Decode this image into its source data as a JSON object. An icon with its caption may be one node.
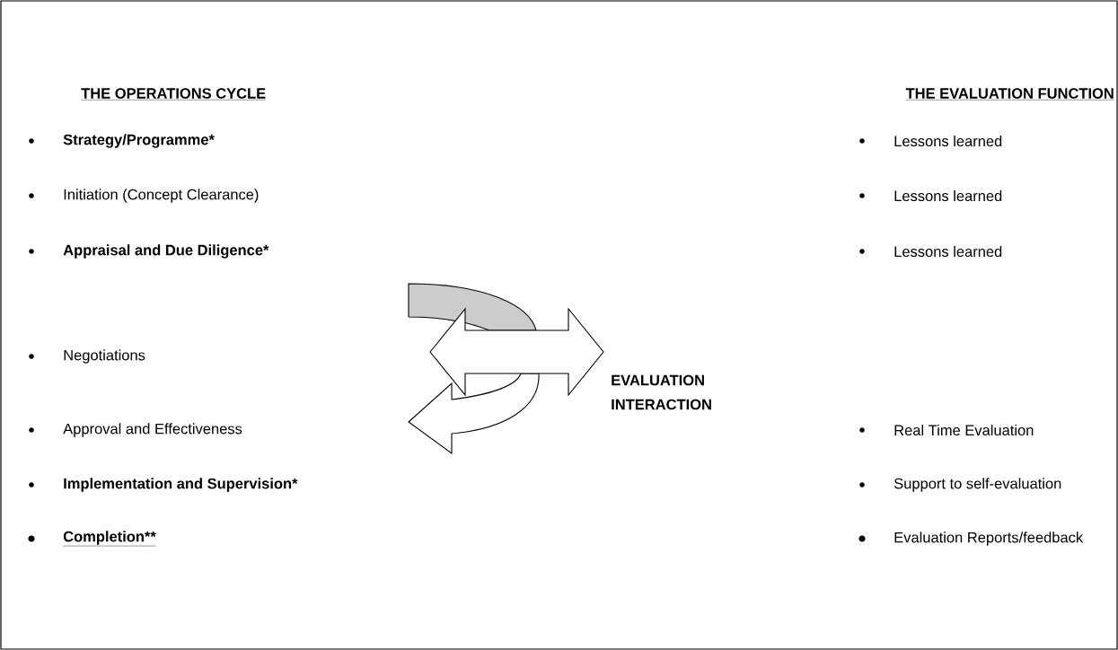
{
  "diagram": {
    "labels": [
      "THE OPERATIONS CYCLE",
      "THE EVALUATION FUNCTION",
      "Strategy/Programme*",
      "Lessons learned",
      "Initiation (Concept Clearance)",
      "Lessons learned",
      "Appraisal and Due Diligence*",
      "Lessons learned",
      "Negotiations",
      "EVALUATION INTERACTION",
      "Approval and Effectiveness",
      "Real Time Evaluation",
      "Implementation and Supervision*",
      "Support to self-evaluation",
      "Completion**",
      "Evaluation Reports/feedback"
    ]
  }
}
